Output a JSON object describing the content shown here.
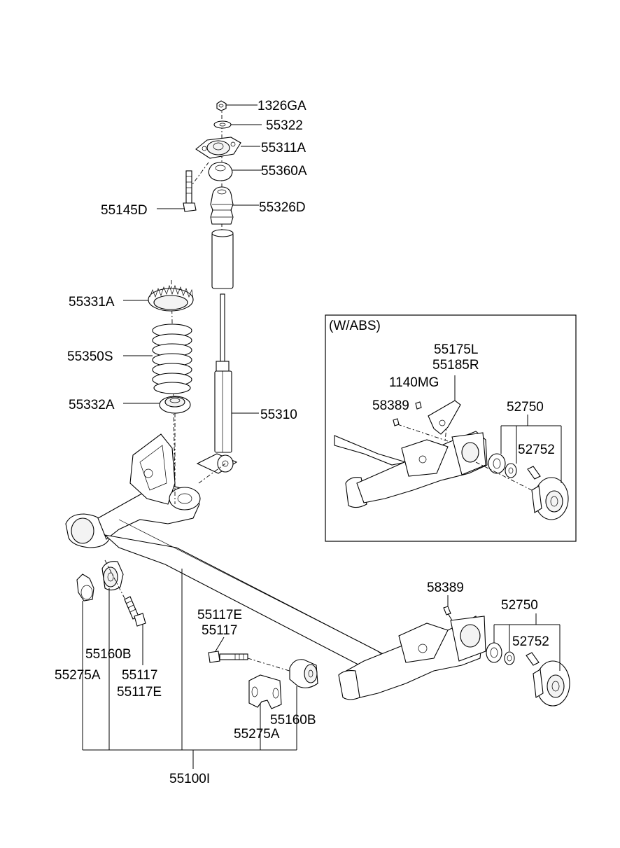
{
  "labels": {
    "p1326GA": "1326GA",
    "p55322": "55322",
    "p55311A": "55311A",
    "p55360A": "55360A",
    "p55145D": "55145D",
    "p55326D": "55326D",
    "p55331A": "55331A",
    "p55350S": "55350S",
    "p55332A": "55332A",
    "p55310": "55310",
    "p58389_main": "58389",
    "p52750_main": "52750",
    "p52752_main": "52752",
    "p55117E_top": "55117E",
    "p55117_top": "55117",
    "p55160B_left": "55160B",
    "p55275A_left": "55275A",
    "p55117_left": "55117",
    "p55117E_left": "55117E",
    "p55160B_right": "55160B",
    "p55275A_right": "55275A",
    "p55100I": "55100I"
  },
  "abs_box": {
    "title": "(W/ABS)",
    "p55175L": "55175L",
    "p55185R": "55185R",
    "p1140MG": "1140MG",
    "p58389": "58389",
    "p52750": "52750",
    "p52752": "52752"
  }
}
